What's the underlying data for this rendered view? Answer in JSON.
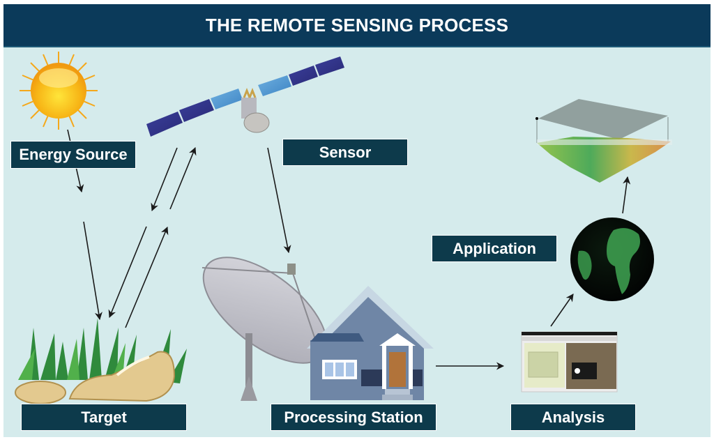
{
  "header": {
    "title": "THE REMOTE SENSING PROCESS"
  },
  "labels": {
    "energy_source": "Energy Source",
    "sensor": "Sensor",
    "application": "Application",
    "target": "Target",
    "processing_station": "Processing Station",
    "analysis": "Analysis"
  },
  "colors": {
    "header_bg": "#0b3a5a",
    "label_bg": "#0d3a4b",
    "canvas_bg": "#d5ebec",
    "arrow": "#1a1a1a"
  },
  "flow": [
    {
      "from": "Energy Source",
      "to": "Target"
    },
    {
      "from": "Target",
      "to": "Sensor"
    },
    {
      "from": "Sensor",
      "to": "Processing Station"
    },
    {
      "from": "Processing Station",
      "to": "Analysis"
    },
    {
      "from": "Analysis",
      "to": "Application"
    }
  ]
}
